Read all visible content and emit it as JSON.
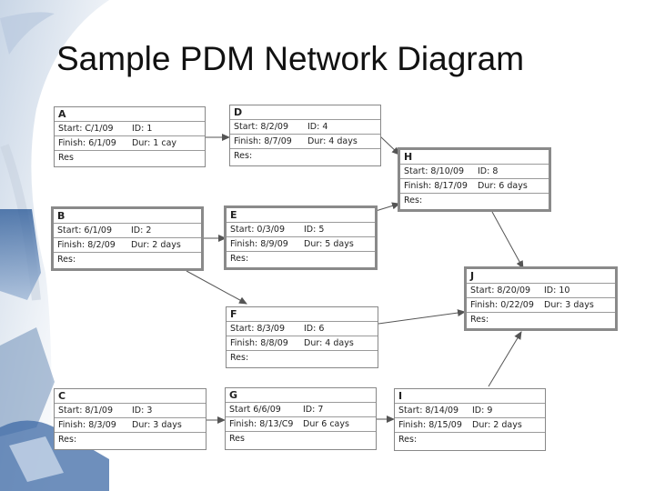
{
  "title": "Sample PDM Network Diagram",
  "nodes": {
    "A": {
      "name": "A",
      "start": "Start: C/1/09",
      "id": "ID: 1",
      "finish": "Finish: 6/1/09",
      "dur": "Dur: 1 cay",
      "res": "Res"
    },
    "B": {
      "name": "B",
      "start": "Start: 6/1/09",
      "id": "ID: 2",
      "finish": "Finish: 8/2/09",
      "dur": "Dur: 2 days",
      "res": "Res:"
    },
    "C": {
      "name": "C",
      "start": "Start: 8/1/09",
      "id": "ID: 3",
      "finish": "Finish: 8/3/09",
      "dur": "Dur: 3 days",
      "res": "Res:"
    },
    "D": {
      "name": "D",
      "start": "Start: 8/2/09",
      "id": "ID: 4",
      "finish": "Finish: 8/7/09",
      "dur": "Dur: 4 days",
      "res": "Res:"
    },
    "E": {
      "name": "E",
      "start": "Start: 0/3/09",
      "id": "ID: 5",
      "finish": "Finish: 8/9/09",
      "dur": "Dur: 5 days",
      "res": "Res:"
    },
    "F": {
      "name": "F",
      "start": "Start: 8/3/09",
      "id": "ID: 6",
      "finish": "Finish: 8/8/09",
      "dur": "Dur: 4 days",
      "res": "Res:"
    },
    "G": {
      "name": "G",
      "start": "Start 6/6/09",
      "id": "ID: 7",
      "finish": "Finish: 8/13/C9",
      "dur": "Dur 6 cays",
      "res": "Res"
    },
    "H": {
      "name": "H",
      "start": "Start: 8/10/09",
      "id": "ID: 8",
      "finish": "Finish: 8/17/09",
      "dur": "Dur: 6 days",
      "res": "Res:"
    },
    "I": {
      "name": "I",
      "start": "Start: 8/14/09",
      "id": "ID: 9",
      "finish": "Finish: 8/15/09",
      "dur": "Dur: 2 days",
      "res": "Res:"
    },
    "J": {
      "name": "J",
      "start": "Start: 8/20/09",
      "id": "ID: 10",
      "finish": "Finish: 0/22/09",
      "dur": "Dur: 3 days",
      "res": "Res:"
    }
  },
  "edges": [
    {
      "from": "A",
      "to": "D"
    },
    {
      "from": "D",
      "to": "H"
    },
    {
      "from": "B",
      "to": "E"
    },
    {
      "from": "E",
      "to": "H"
    },
    {
      "from": "B",
      "to": "F"
    },
    {
      "from": "H",
      "to": "J"
    },
    {
      "from": "F",
      "to": "J"
    },
    {
      "from": "C",
      "to": "G"
    },
    {
      "from": "G",
      "to": "I"
    },
    {
      "from": "I",
      "to": "J"
    }
  ],
  "colors": {
    "border": "#888888",
    "arrow": "#555555",
    "accent": "#4a6fa5"
  }
}
